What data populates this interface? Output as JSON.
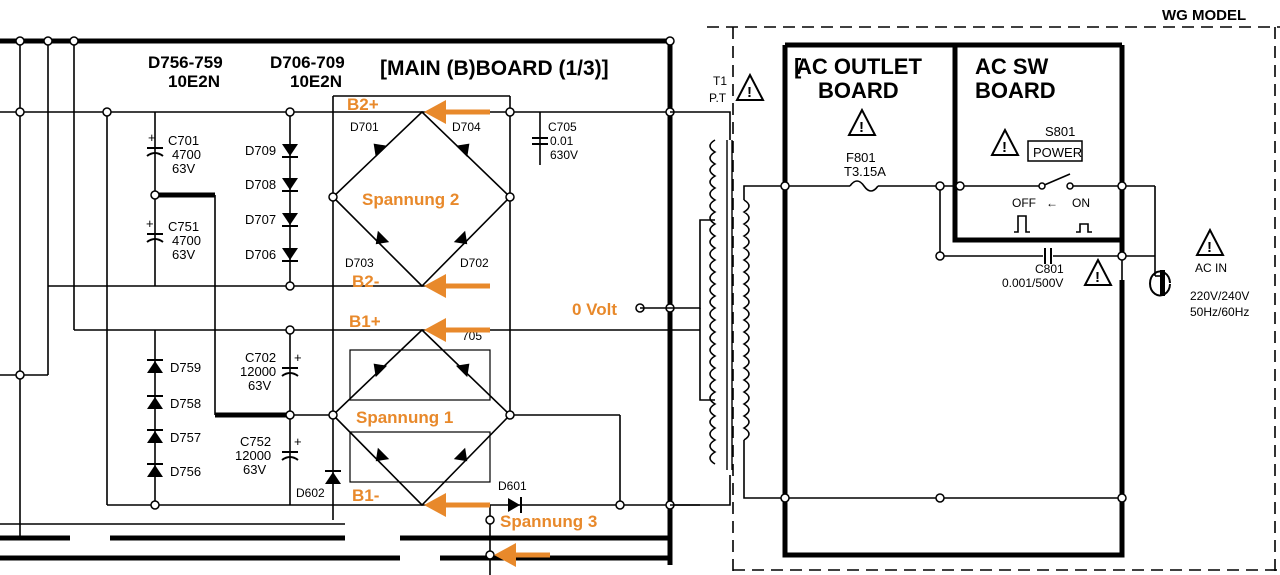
{
  "model_label": "WG MODEL",
  "main_board": {
    "title": "[MAIN (B)BOARD (1/3)]",
    "group_a_parts": "D756-759",
    "group_a_type": "10E2N",
    "group_b_parts": "D706-709",
    "group_b_type": "10E2N"
  },
  "outlet_board": {
    "line1": "AC OUTLET",
    "line2": "BOARD"
  },
  "sw_board": {
    "line1": "AC SW",
    "line2": "BOARD"
  },
  "transformer": {
    "ref": "T1",
    "name": "P.T"
  },
  "capacitors": {
    "c701": {
      "ref": "C701",
      "value": "4700",
      "volt": "63V"
    },
    "c751": {
      "ref": "C751",
      "value": "4700",
      "volt": "63V"
    },
    "c702": {
      "ref": "C702",
      "value": "12000",
      "volt": "63V"
    },
    "c752": {
      "ref": "C752",
      "value": "12000",
      "volt": "63V"
    },
    "c705": {
      "ref": "C705",
      "value": "0.01",
      "volt": "630V"
    },
    "c801": {
      "ref": "C801",
      "value": "0.001/500V"
    }
  },
  "diodes": {
    "d709": "D709",
    "d708": "D708",
    "d707": "D707",
    "d706": "D706",
    "d759": "D759",
    "d758": "D758",
    "d757": "D757",
    "d756": "D756",
    "d701": "D701",
    "d702": "D702",
    "d703": "D703",
    "d704": "D704",
    "d705": "705",
    "d601": "D601",
    "d602": "D602"
  },
  "fuse": {
    "ref": "F801",
    "rating": "T3.15A"
  },
  "switch": {
    "ref": "S801",
    "name": "POWER",
    "off": "OFF",
    "on": "ON"
  },
  "ac_in": {
    "label": "AC IN",
    "voltage": "220V/240V",
    "freq": "50Hz/60Hz"
  },
  "annotations": {
    "b2_plus": "B2+",
    "b2_minus": "B2-",
    "b1_plus": "B1+",
    "b1_minus": "B1-",
    "voltage2": "Spannung 2",
    "voltage1": "Spannung 1",
    "voltage3": "Spannung 3",
    "zero_volt": "0 Volt"
  },
  "colors": {
    "annotation": "#e8892b",
    "ink": "#000000"
  }
}
